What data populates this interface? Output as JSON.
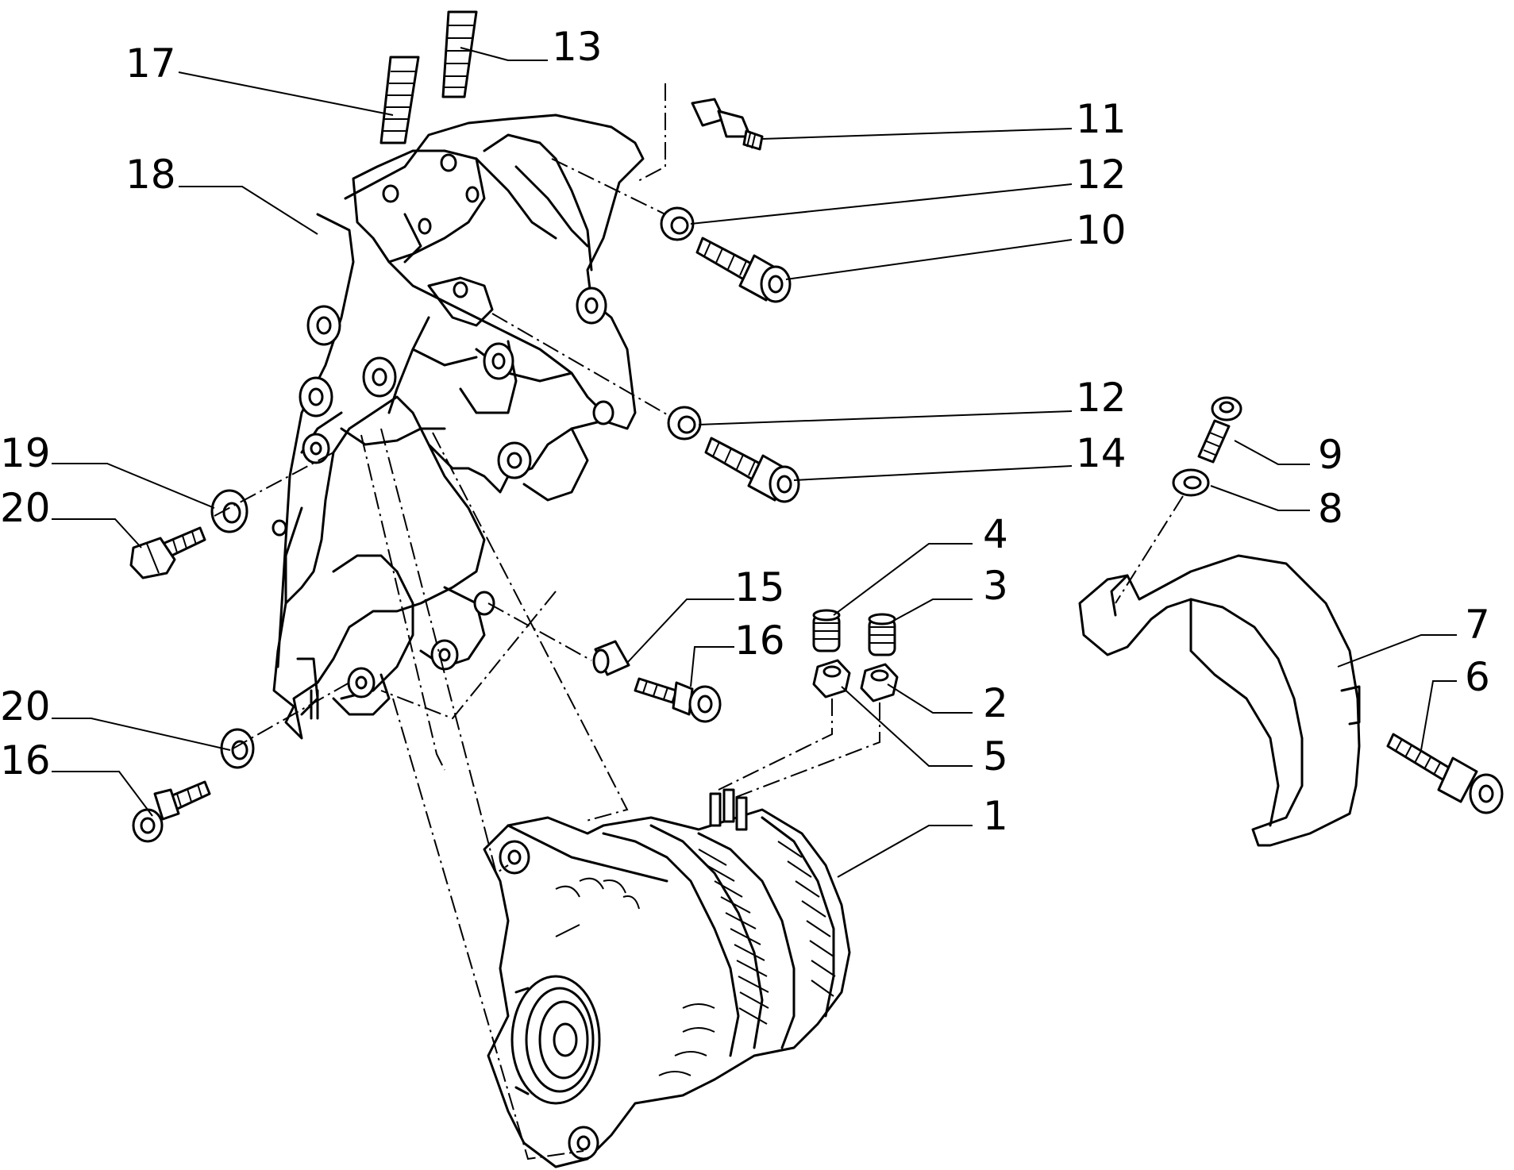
{
  "diagram": {
    "callouts": {
      "c1": "1",
      "c2": "2",
      "c3": "3",
      "c4": "4",
      "c5": "5",
      "c6": "6",
      "c7": "7",
      "c8": "8",
      "c9": "9",
      "c10": "10",
      "c11": "11",
      "c12a": "12",
      "c12b": "12",
      "c13": "13",
      "c14": "14",
      "c15": "15",
      "c16a": "16",
      "c16b": "16",
      "c17": "17",
      "c18": "18",
      "c19": "19",
      "c20a": "20",
      "c20b": "20"
    }
  }
}
